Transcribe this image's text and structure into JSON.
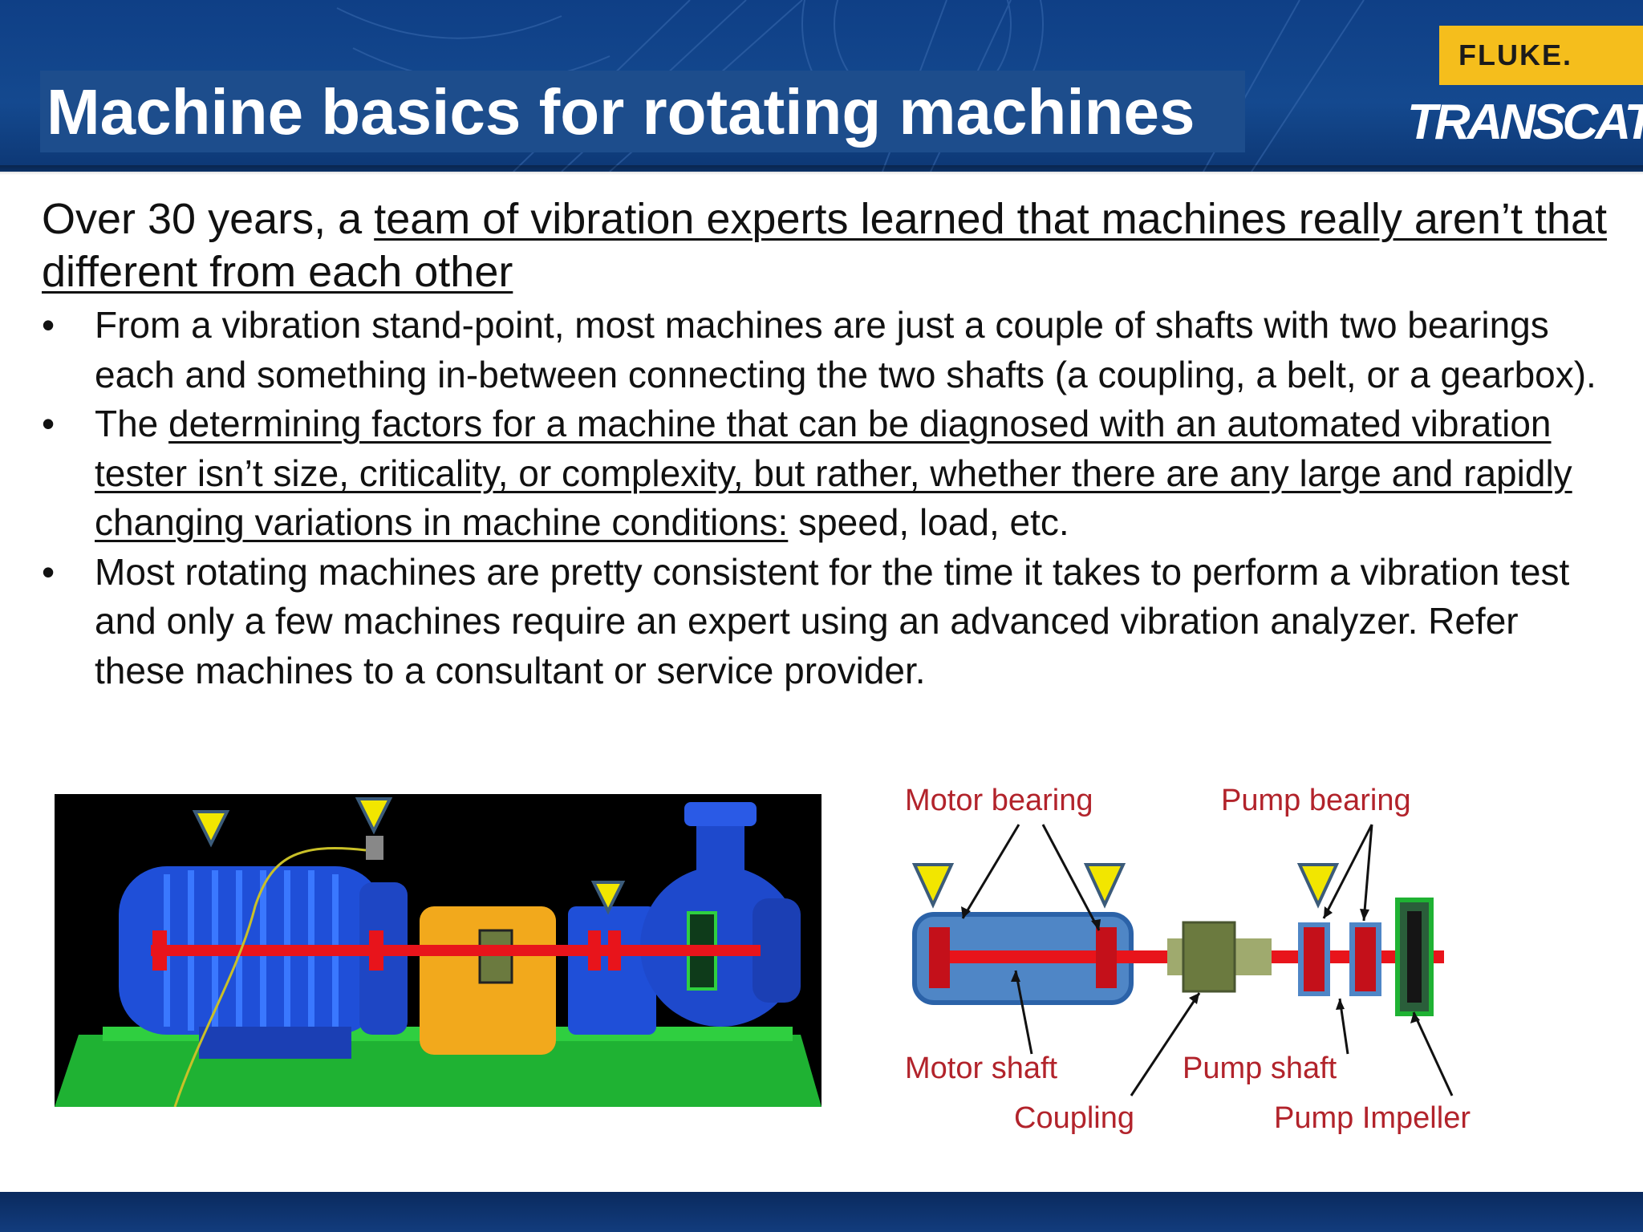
{
  "header": {
    "title": "Machine basics for rotating machines",
    "logo_fluke": "FLUKE.",
    "logo_transcat": "TRANSCAT",
    "accent_color": "#f5be1c",
    "bar_color": "#0f3f86"
  },
  "intro": {
    "lead": "Over 30 years, a ",
    "underlined": "team of vibration experts learned that machines really aren’t that different from each other"
  },
  "bullets": [
    {
      "mark": "•",
      "text": "From a vibration stand-point, most machines are just a couple of shafts with two bearings each and something in-between connecting the two shafts (a coupling, a belt, or a gearbox)."
    },
    {
      "mark": "•",
      "lead": "The ",
      "underlined": "determining factors for a machine that can be diagnosed with an automated vibration tester isn’t size, criticality, or complexity, but rather, whether there are any large and rapidly changing variations in machine conditions:",
      "tail": " speed, load, etc."
    },
    {
      "mark": "•",
      "text": "Most rotating machines are pretty consistent for the time it takes to perform a vibration test and only a few machines require an expert using an advanced vibration analyzer.  Refer these machines to a consultant or service provider."
    }
  ],
  "diagram": {
    "labels": {
      "motor_bearing": "Motor bearing",
      "pump_bearing": "Pump bearing",
      "motor_shaft": "Motor shaft",
      "pump_shaft": "Pump shaft",
      "coupling": "Coupling",
      "pump_impeller": "Pump Impeller"
    },
    "colors": {
      "label": "#b2232b",
      "shaft": "#e8141b",
      "motor_body": "#4f86c6",
      "coupling": "#6b7a3f",
      "marker": "#f2e600"
    }
  }
}
